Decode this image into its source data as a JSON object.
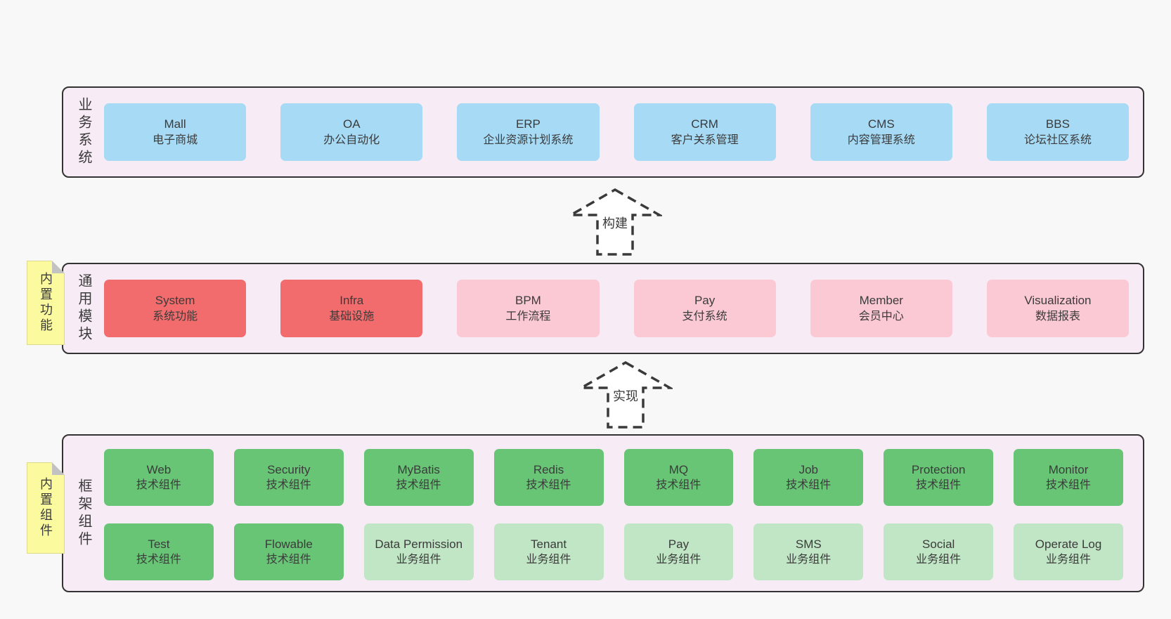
{
  "palette": {
    "page_bg": "#f8f8f8",
    "band_bg": "#f7ecf5",
    "band_border": "#333333",
    "text": "#3b3b3b",
    "arrow_stroke": "#3a3a3a",
    "arrow_fill": "#ffffff",
    "blue": "#a7daf5",
    "red": "#f26c6d",
    "pink": "#fbc9d4",
    "green": "#68c576",
    "green_light": "#c0e6c5",
    "sticky_bg": "#fbfa9f",
    "sticky_fold": "#c2c2c2"
  },
  "bands": [
    {
      "id": "business-systems",
      "label": "业务系统",
      "modules": [
        {
          "name": "Mall",
          "subtitle": "电子商城",
          "color": "blue"
        },
        {
          "name": "OA",
          "subtitle": "办公自动化",
          "color": "blue"
        },
        {
          "name": "ERP",
          "subtitle": "企业资源计划系统",
          "color": "blue"
        },
        {
          "name": "CRM",
          "subtitle": "客户关系管理",
          "color": "blue"
        },
        {
          "name": "CMS",
          "subtitle": "内容管理系统",
          "color": "blue"
        },
        {
          "name": "BBS",
          "subtitle": "论坛社区系统",
          "color": "blue"
        }
      ]
    },
    {
      "id": "common-modules",
      "label": "通用模块",
      "note": "内置功能",
      "modules": [
        {
          "name": "System",
          "subtitle": "系统功能",
          "color": "red"
        },
        {
          "name": "Infra",
          "subtitle": "基础设施",
          "color": "red"
        },
        {
          "name": "BPM",
          "subtitle": "工作流程",
          "color": "pink"
        },
        {
          "name": "Pay",
          "subtitle": "支付系统",
          "color": "pink"
        },
        {
          "name": "Member",
          "subtitle": "会员中心",
          "color": "pink"
        },
        {
          "name": "Visualization",
          "subtitle": "数据报表",
          "color": "pink"
        }
      ]
    },
    {
      "id": "framework-components",
      "label": "框架组件",
      "note": "内置组件",
      "modules": [
        {
          "name": "Web",
          "subtitle": "技术组件",
          "color": "green"
        },
        {
          "name": "Security",
          "subtitle": "技术组件",
          "color": "green"
        },
        {
          "name": "MyBatis",
          "subtitle": "技术组件",
          "color": "green"
        },
        {
          "name": "Redis",
          "subtitle": "技术组件",
          "color": "green"
        },
        {
          "name": "MQ",
          "subtitle": "技术组件",
          "color": "green"
        },
        {
          "name": "Job",
          "subtitle": "技术组件",
          "color": "green"
        },
        {
          "name": "Protection",
          "subtitle": "技术组件",
          "color": "green"
        },
        {
          "name": "Monitor",
          "subtitle": "技术组件",
          "color": "green"
        },
        {
          "name": "Test",
          "subtitle": "技术组件",
          "color": "green"
        },
        {
          "name": "Flowable",
          "subtitle": "技术组件",
          "color": "green"
        },
        {
          "name": "Data Permission",
          "subtitle": "业务组件",
          "color": "green_light"
        },
        {
          "name": "Tenant",
          "subtitle": "业务组件",
          "color": "green_light"
        },
        {
          "name": "Pay",
          "subtitle": "业务组件",
          "color": "green_light"
        },
        {
          "name": "SMS",
          "subtitle": "业务组件",
          "color": "green_light"
        },
        {
          "name": "Social",
          "subtitle": "业务组件",
          "color": "green_light"
        },
        {
          "name": "Operate Log",
          "subtitle": "业务组件",
          "color": "green_light"
        }
      ]
    }
  ],
  "arrows": [
    {
      "label": "构建"
    },
    {
      "label": "实现"
    }
  ]
}
